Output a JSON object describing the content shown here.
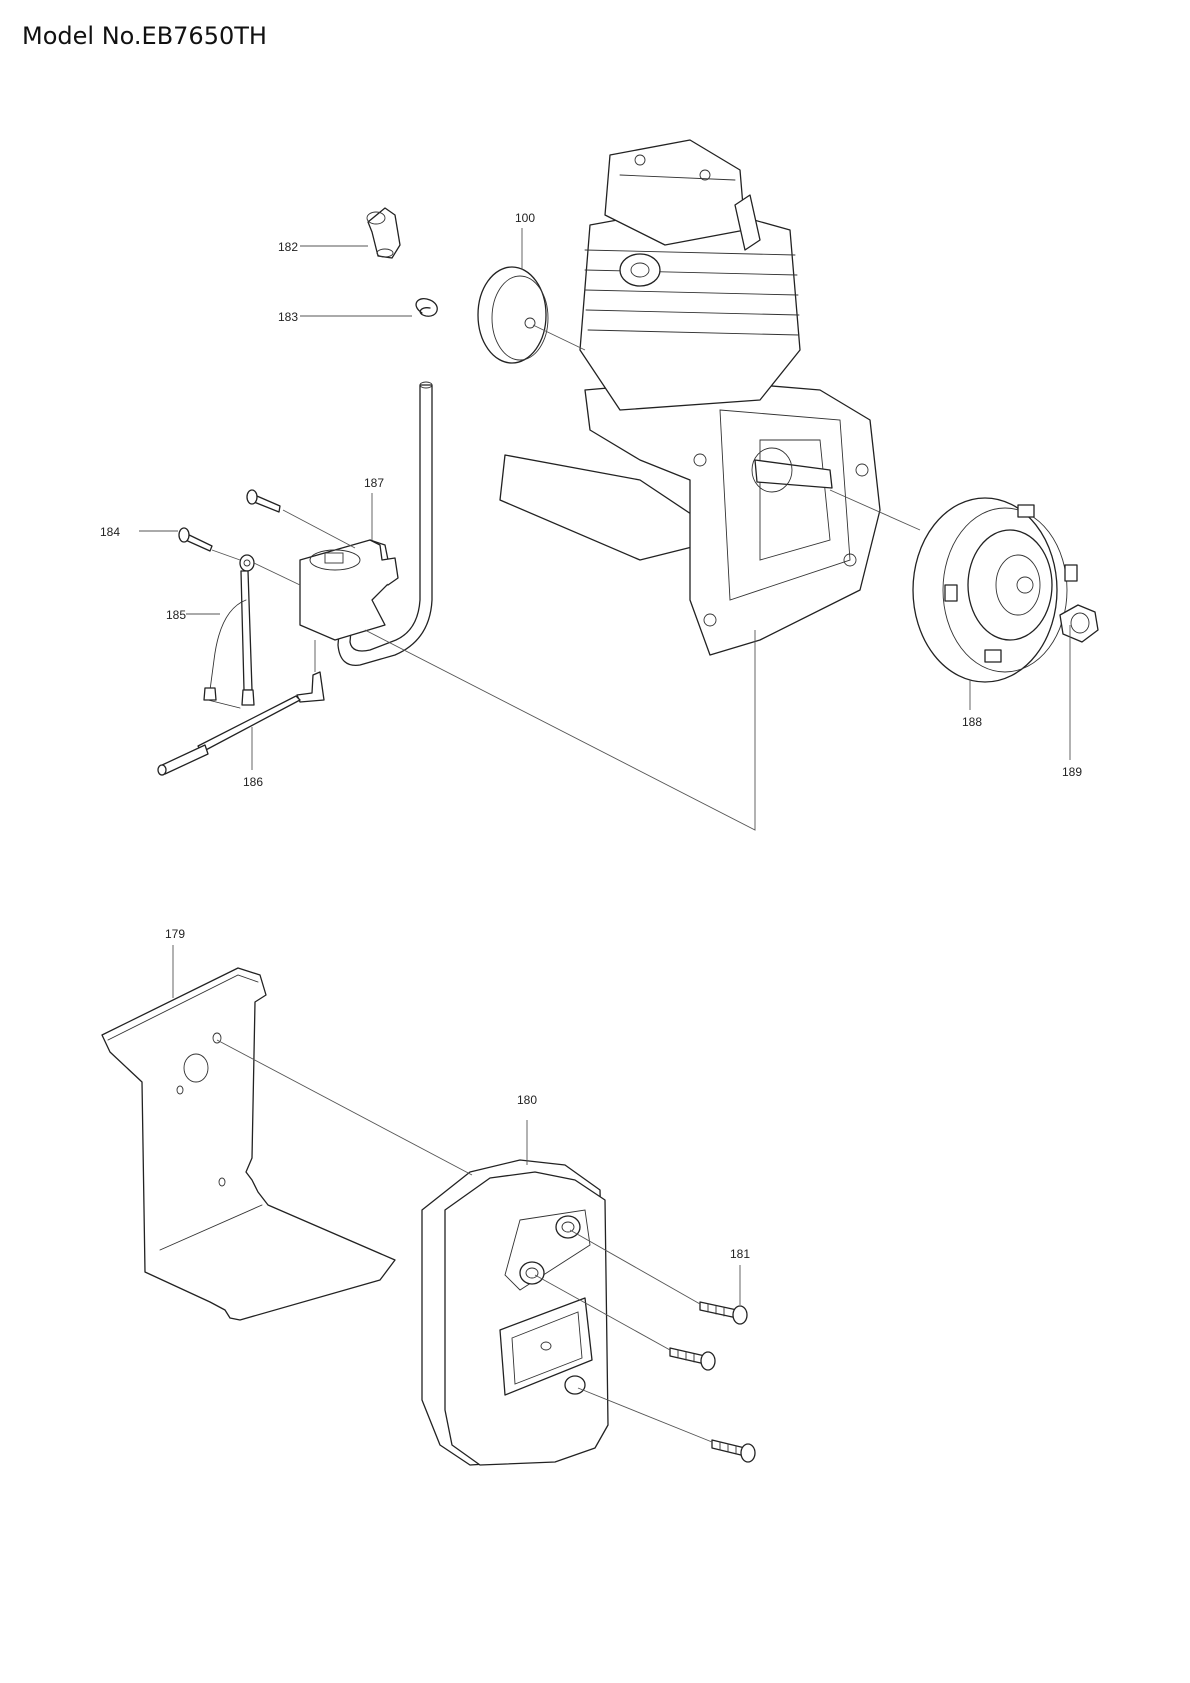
{
  "header": {
    "model": "Model No.EB7650TH"
  },
  "callouts": {
    "c100": "100",
    "c179": "179",
    "c180": "180",
    "c181": "181",
    "c182": "182",
    "c183": "183",
    "c184": "184",
    "c185": "185",
    "c186": "186",
    "c187": "187",
    "c188": "188",
    "c189": "189"
  }
}
